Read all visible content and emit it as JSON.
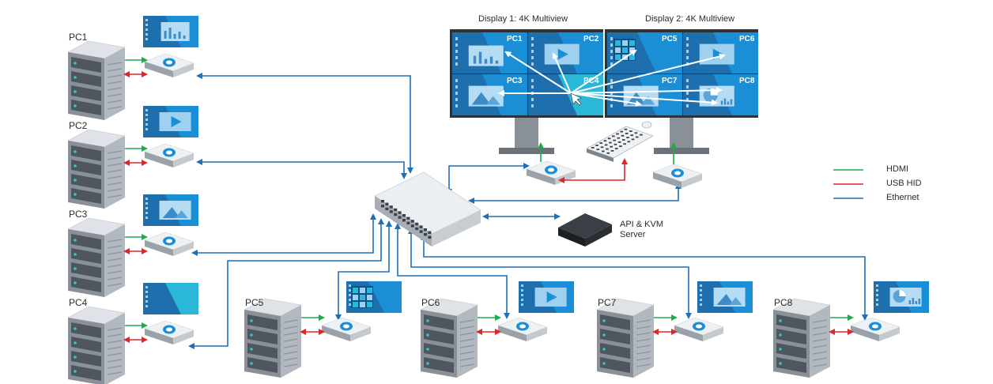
{
  "pcs": [
    {
      "id": "pc1",
      "label": "PC1",
      "screen": "chart"
    },
    {
      "id": "pc2",
      "label": "PC2",
      "screen": "video"
    },
    {
      "id": "pc3",
      "label": "PC3",
      "screen": "image"
    },
    {
      "id": "pc4",
      "label": "PC4",
      "screen": "blank"
    },
    {
      "id": "pc5",
      "label": "PC5",
      "screen": "tiles"
    },
    {
      "id": "pc6",
      "label": "PC6",
      "screen": "video"
    },
    {
      "id": "pc7",
      "label": "PC7",
      "screen": "image"
    },
    {
      "id": "pc8",
      "label": "PC8",
      "screen": "pie"
    }
  ],
  "displays": [
    {
      "id": "display1",
      "label": "Display 1: 4K Multiview",
      "tiles": [
        "PC1",
        "PC2",
        "PC3",
        "PC4"
      ]
    },
    {
      "id": "display2",
      "label": "Display 2: 4K Multiview",
      "tiles": [
        "PC5",
        "PC6",
        "PC7",
        "PC8"
      ]
    }
  ],
  "server": {
    "label_line1": "API & KVM",
    "label_line2": "Server"
  },
  "legend": [
    {
      "label": "HDMI",
      "color": "#1faa4b"
    },
    {
      "label": "USB HID",
      "color": "#e02626"
    },
    {
      "label": "Ethernet",
      "color": "#1f6fb8"
    }
  ],
  "colors": {
    "hdmi": "#1faa4b",
    "usb": "#e02626",
    "ethernet": "#1f6fb8",
    "tile_blue": "#1b8fd6",
    "tile_teal": "#2bb7d8"
  }
}
